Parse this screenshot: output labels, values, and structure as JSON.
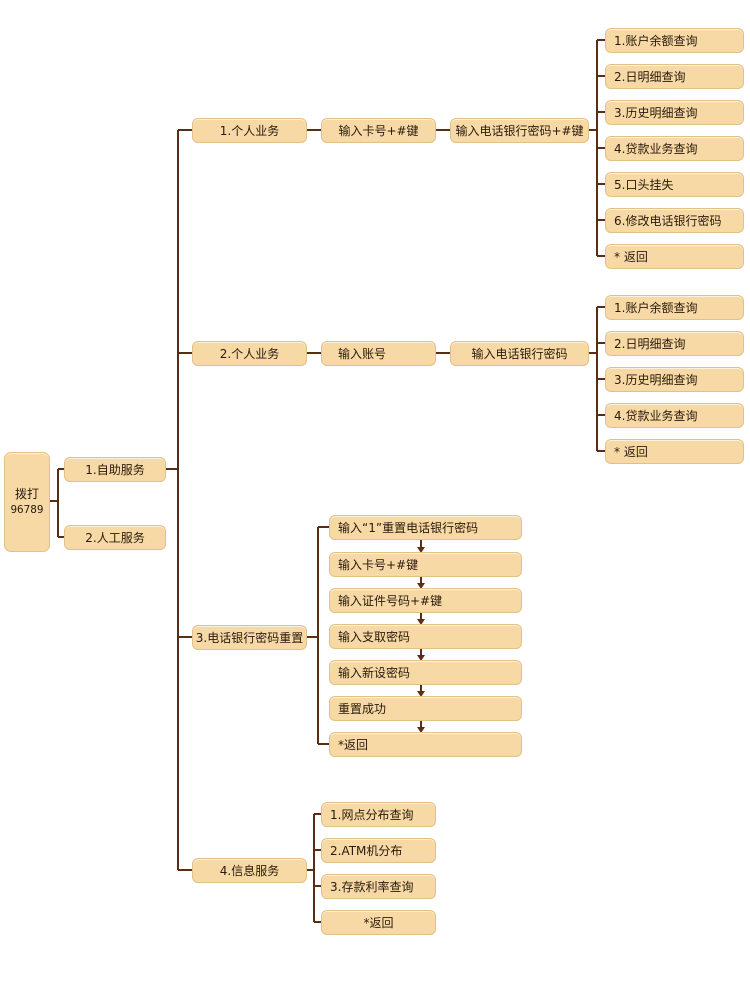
{
  "root": {
    "line1": "拨打",
    "line2": "96789"
  },
  "services": {
    "self": "1.自助服务",
    "manual": "2.人工服务"
  },
  "branch1": {
    "label": "1.个人业务",
    "step1": "输入卡号+#键",
    "step2": "输入电话银行密码+#键",
    "options": [
      "1.账户余额查询",
      "2.日明细查询",
      "3.历史明细查询",
      "4.贷款业务查询",
      "5.口头挂失",
      "6.修改电话银行密码",
      "* 返回"
    ]
  },
  "branch2": {
    "label": "2.个人业务",
    "step1": "输入账号",
    "step2": "输入电话银行密码",
    "options": [
      "1.账户余额查询",
      "2.日明细查询",
      "3.历史明细查询",
      "4.贷款业务查询",
      "* 返回"
    ]
  },
  "branch3": {
    "label": "3.电话银行密码重置",
    "steps": [
      "输入“1”重置电话银行密码",
      "输入卡号+#键",
      "输入证件号码+#键",
      "输入支取密码",
      "输入新设密码",
      "重置成功",
      "*返回"
    ]
  },
  "branch4": {
    "label": "4.信息服务",
    "options": [
      "1.网点分布查询",
      "2.ATM机分布",
      "3.存款利率查询",
      "*返回"
    ]
  },
  "colors": {
    "node_fill": "#f6d9a5",
    "node_border": "#e2c08a",
    "connector": "#5a2e12"
  }
}
